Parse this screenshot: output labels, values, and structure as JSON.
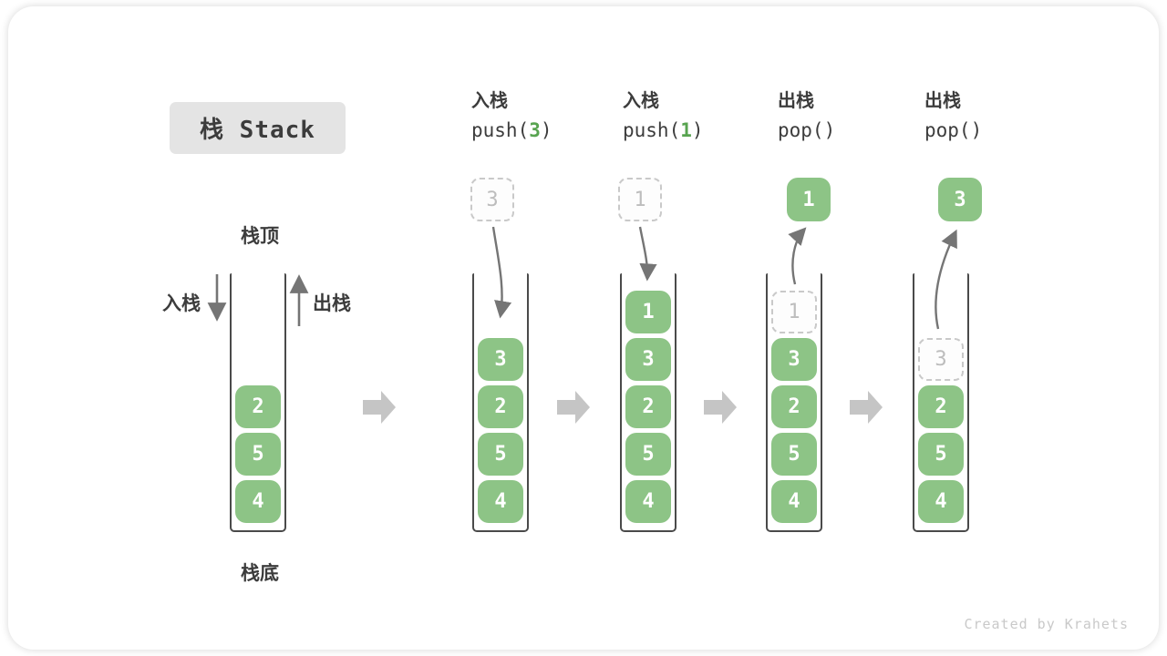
{
  "page": {
    "title": "栈 Stack",
    "credit": "Created by Krahets"
  },
  "colors": {
    "green": "#8DC486",
    "green_text": "#FFFFFF",
    "arg_green": "#58A450",
    "dash_border": "#C9C9C9",
    "dash_text": "#BDBDBD",
    "container_stroke": "#4A4A4A",
    "arrow": "#757575",
    "block_arrow": "#C5C5C5",
    "text_dark": "#3C3C3C",
    "title_bg": "#E4E4E4",
    "credit": "#C9C9C9",
    "card_bg": "#FFFFFF"
  },
  "first_stack_labels": {
    "top": "栈顶",
    "bottom": "栈底",
    "push_side": "入栈",
    "pop_side": "出栈"
  },
  "operations": [
    {
      "label": "入栈",
      "code": {
        "pre": "push(",
        "arg": "3",
        "post": ")"
      }
    },
    {
      "label": "入栈",
      "code": {
        "pre": "push(",
        "arg": "1",
        "post": ")"
      }
    },
    {
      "label": "出栈",
      "code": {
        "pre": "pop()",
        "arg": "",
        "post": ""
      }
    },
    {
      "label": "出栈",
      "code": {
        "pre": "pop()",
        "arg": "",
        "post": ""
      }
    }
  ],
  "stacks": [
    {
      "name": "initial-stack",
      "items": [
        {
          "value": "2",
          "type": "solid"
        },
        {
          "value": "5",
          "type": "solid"
        },
        {
          "value": "4",
          "type": "solid"
        }
      ]
    },
    {
      "name": "after-push-3",
      "floating": {
        "value": "3",
        "type": "dashed"
      },
      "items": [
        {
          "value": "3",
          "type": "solid"
        },
        {
          "value": "2",
          "type": "solid"
        },
        {
          "value": "5",
          "type": "solid"
        },
        {
          "value": "4",
          "type": "solid"
        }
      ]
    },
    {
      "name": "after-push-1",
      "floating": {
        "value": "1",
        "type": "dashed"
      },
      "items": [
        {
          "value": "1",
          "type": "solid"
        },
        {
          "value": "3",
          "type": "solid"
        },
        {
          "value": "2",
          "type": "solid"
        },
        {
          "value": "5",
          "type": "solid"
        },
        {
          "value": "4",
          "type": "solid"
        }
      ]
    },
    {
      "name": "after-pop-1",
      "floating": {
        "value": "1",
        "type": "solid"
      },
      "items": [
        {
          "value": "1",
          "type": "dashed"
        },
        {
          "value": "3",
          "type": "solid"
        },
        {
          "value": "2",
          "type": "solid"
        },
        {
          "value": "5",
          "type": "solid"
        },
        {
          "value": "4",
          "type": "solid"
        }
      ]
    },
    {
      "name": "after-pop-3",
      "floating": {
        "value": "3",
        "type": "solid"
      },
      "items": [
        {
          "value": "3",
          "type": "dashed"
        },
        {
          "value": "2",
          "type": "solid"
        },
        {
          "value": "5",
          "type": "solid"
        },
        {
          "value": "4",
          "type": "solid"
        }
      ]
    }
  ]
}
